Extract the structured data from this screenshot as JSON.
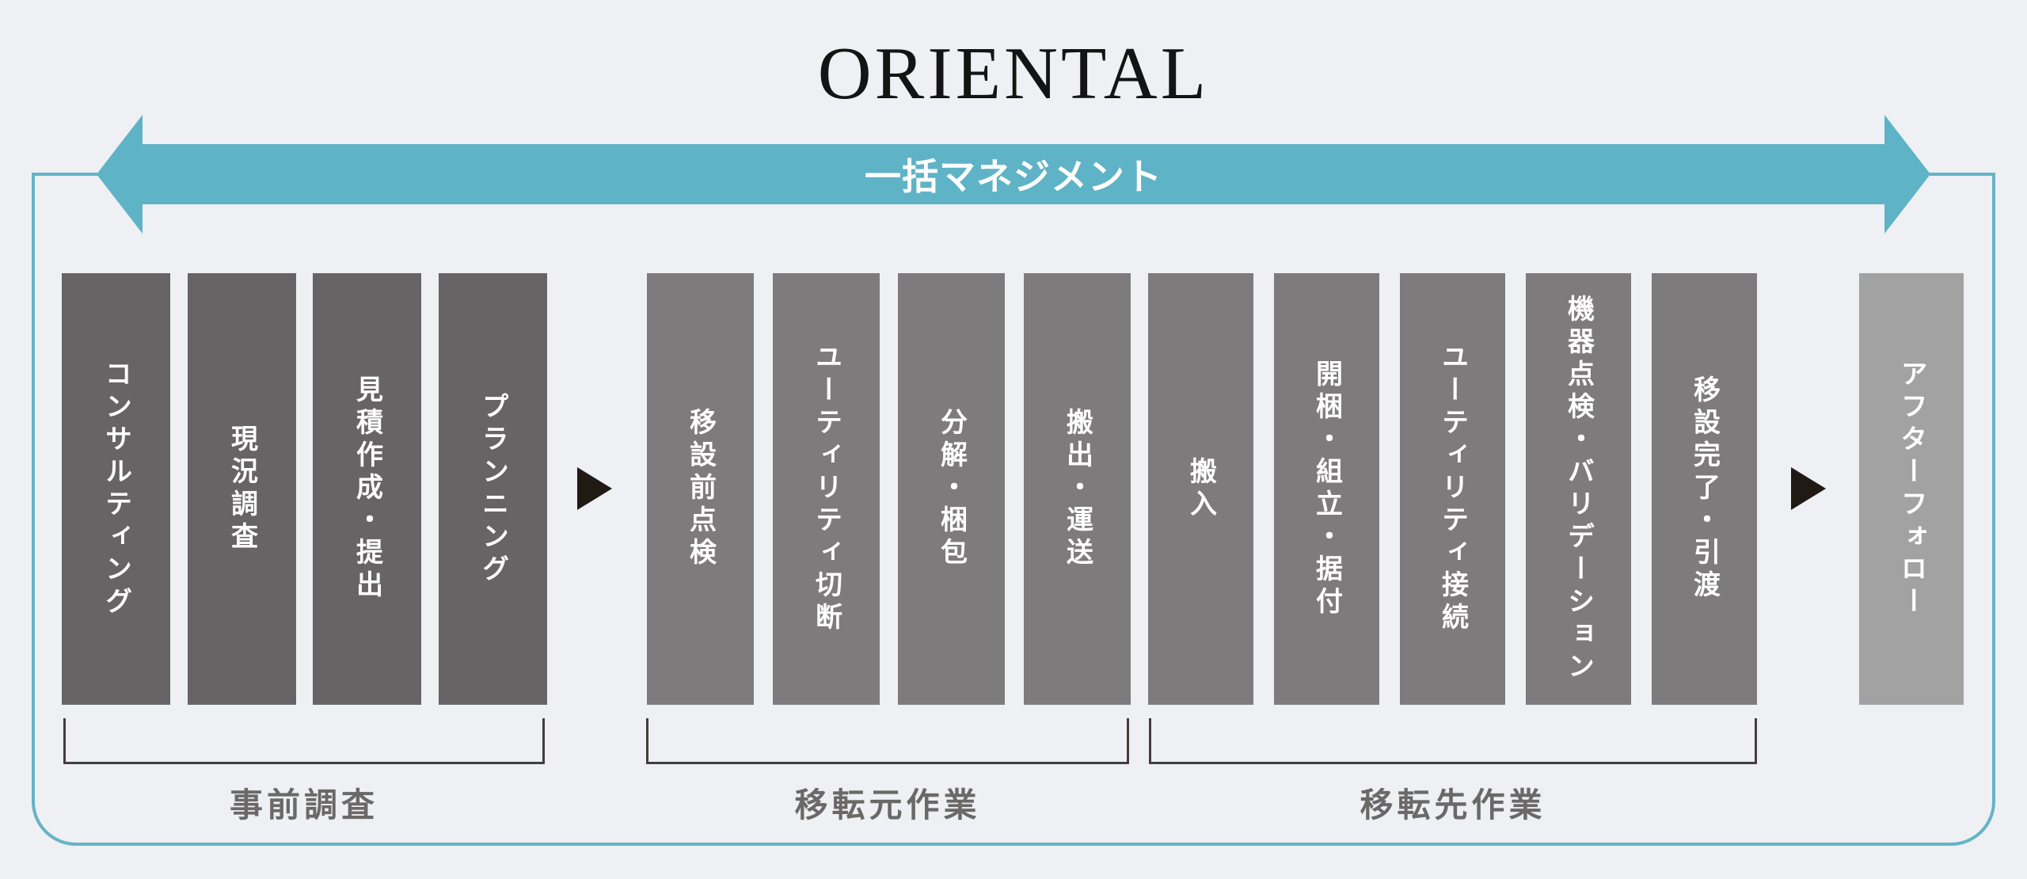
{
  "brand": {
    "logo_text": "ORIENTAL"
  },
  "banner": {
    "label": "一括マネジメント"
  },
  "flow": {
    "groups": [
      {
        "name": "事前調査",
        "steps": [
          "コンサルティング",
          "現況調査",
          "見積作成・提出",
          "プランニング"
        ]
      },
      {
        "name": "移転元作業",
        "steps": [
          "移設前点検",
          "ユーティリティ切断",
          "分解・梱包",
          "搬出・運送"
        ]
      },
      {
        "name": "移転先作業",
        "steps": [
          "搬入",
          "開梱・組立・据付",
          "ユーティリティ接続",
          "機器点検・バリデーション",
          "移設完了・引渡"
        ]
      }
    ],
    "after_follow": "アフターフォロー"
  },
  "colors": {
    "background": "#eef0f3",
    "accent_teal": "#5fb3c6",
    "bar_dark": "#676465",
    "bar_medium": "#7d7b7c",
    "bar_light": "#a3a2a2",
    "flow_arrow_black": "#211a14",
    "bracket_line": "#433d3d",
    "group_label_text": "#6b6868"
  }
}
